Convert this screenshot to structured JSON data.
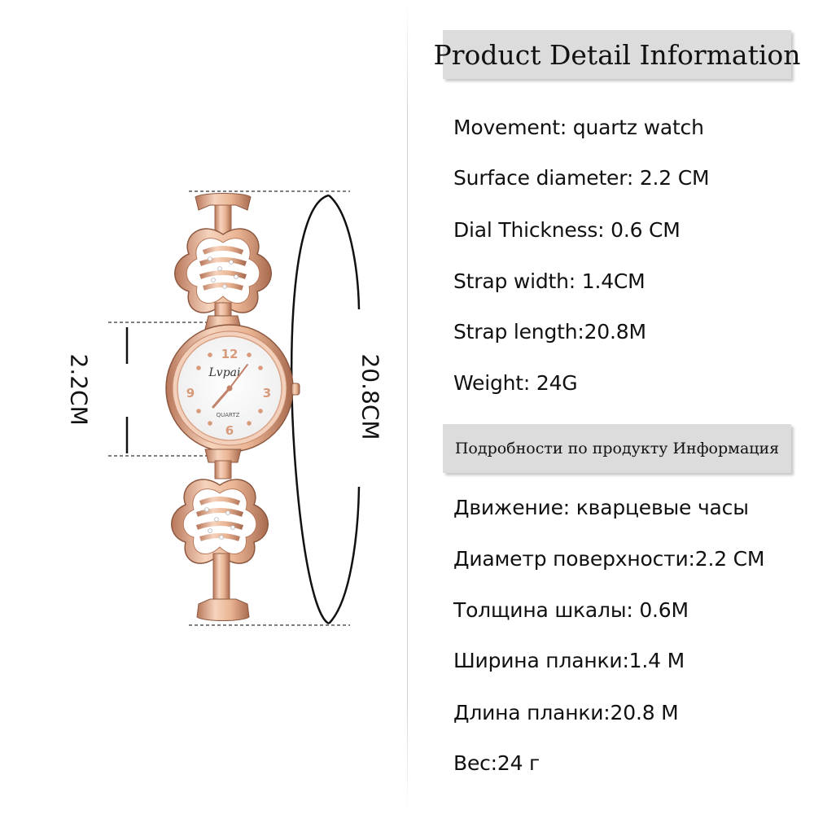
{
  "headers": {
    "english": "Product Detail Information",
    "russian": "Подробности по продукту Информация"
  },
  "specs_en": [
    "Movement: quartz watch",
    "Surface diameter: 2.2 CM",
    "Dial Thickness: 0.6 CM",
    "Strap width: 1.4CM",
    "Strap length:20.8M",
    "Weight: 24G"
  ],
  "specs_ru": [
    "Движение: кварцевые часы",
    "Диаметр поверхности:2.2 CM",
    "Толщина шкалы: 0.6M",
    "Ширина планки:1.4 M",
    "Длина планки:20.8 M",
    "Вес:24 г"
  ],
  "dimensions": {
    "diameter_label": "2.2CM",
    "length_label": "20.8CM"
  },
  "watch": {
    "brand": "Lvpai",
    "dial_text": "QUARTZ",
    "numerals": [
      "12",
      "3",
      "6",
      "9"
    ]
  },
  "colors": {
    "rose_gold": "#e9b493",
    "rose_gold_dark": "#b8775a",
    "header_bg": "#dcdcdc"
  }
}
